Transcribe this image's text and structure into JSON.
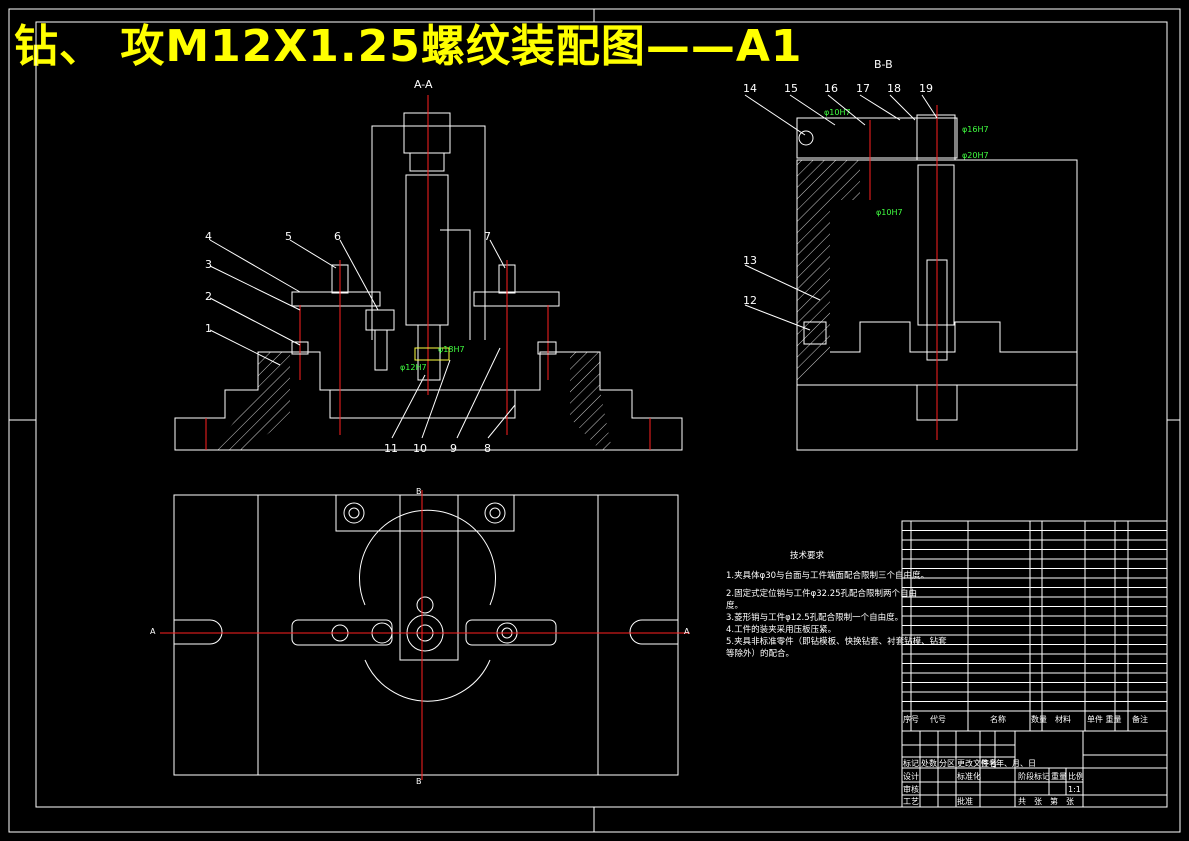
{
  "title": "钻、 攻M12X1.25螺纹装配图——A1",
  "views": {
    "section_aa": "A-A",
    "section_bb": "B-B",
    "cut_mark_a": "A",
    "cut_mark_b": "B"
  },
  "balloons_left": [
    "1",
    "2",
    "3",
    "4",
    "5",
    "6",
    "7",
    "8",
    "9",
    "10",
    "11"
  ],
  "balloons_right": [
    "12",
    "13",
    "14",
    "15",
    "16",
    "17",
    "18",
    "19"
  ],
  "dims": [
    "φ12H7",
    "φ18H7",
    "φ10H7",
    "φ16H7",
    "φ20H7",
    "φ10H7"
  ],
  "notes": {
    "heading": "技术要求",
    "lines": [
      "1.夹具体φ30与台面与工件端面配合限制三个自由度。",
      "2.固定式定位销与工件φ32.25孔配合限制两个自由",
      "度。",
      "3.菱形销与工件φ12.5孔配合限制一个自由度。",
      "4.工件的装夹采用压板压紧。",
      "5.夹具非标准零件（即钻模板、快换钻套、衬套钻模、钻套",
      "等除外）的配合。"
    ]
  },
  "bom_header": {
    "no": "序号",
    "code": "代号",
    "name": "名称",
    "qty": "数量",
    "material": "材料",
    "weight": "单件 重量",
    "remark": "备注"
  },
  "titleblock": {
    "labels": [
      "标记",
      "处数",
      "分区",
      "更改文件号",
      "签名",
      "年、月、日",
      "设计",
      "标准化",
      "审核",
      "工艺",
      "批准",
      "阶段标记",
      "重量",
      "比例",
      "共",
      "张",
      "第",
      "张"
    ],
    "scale": "1:1"
  }
}
